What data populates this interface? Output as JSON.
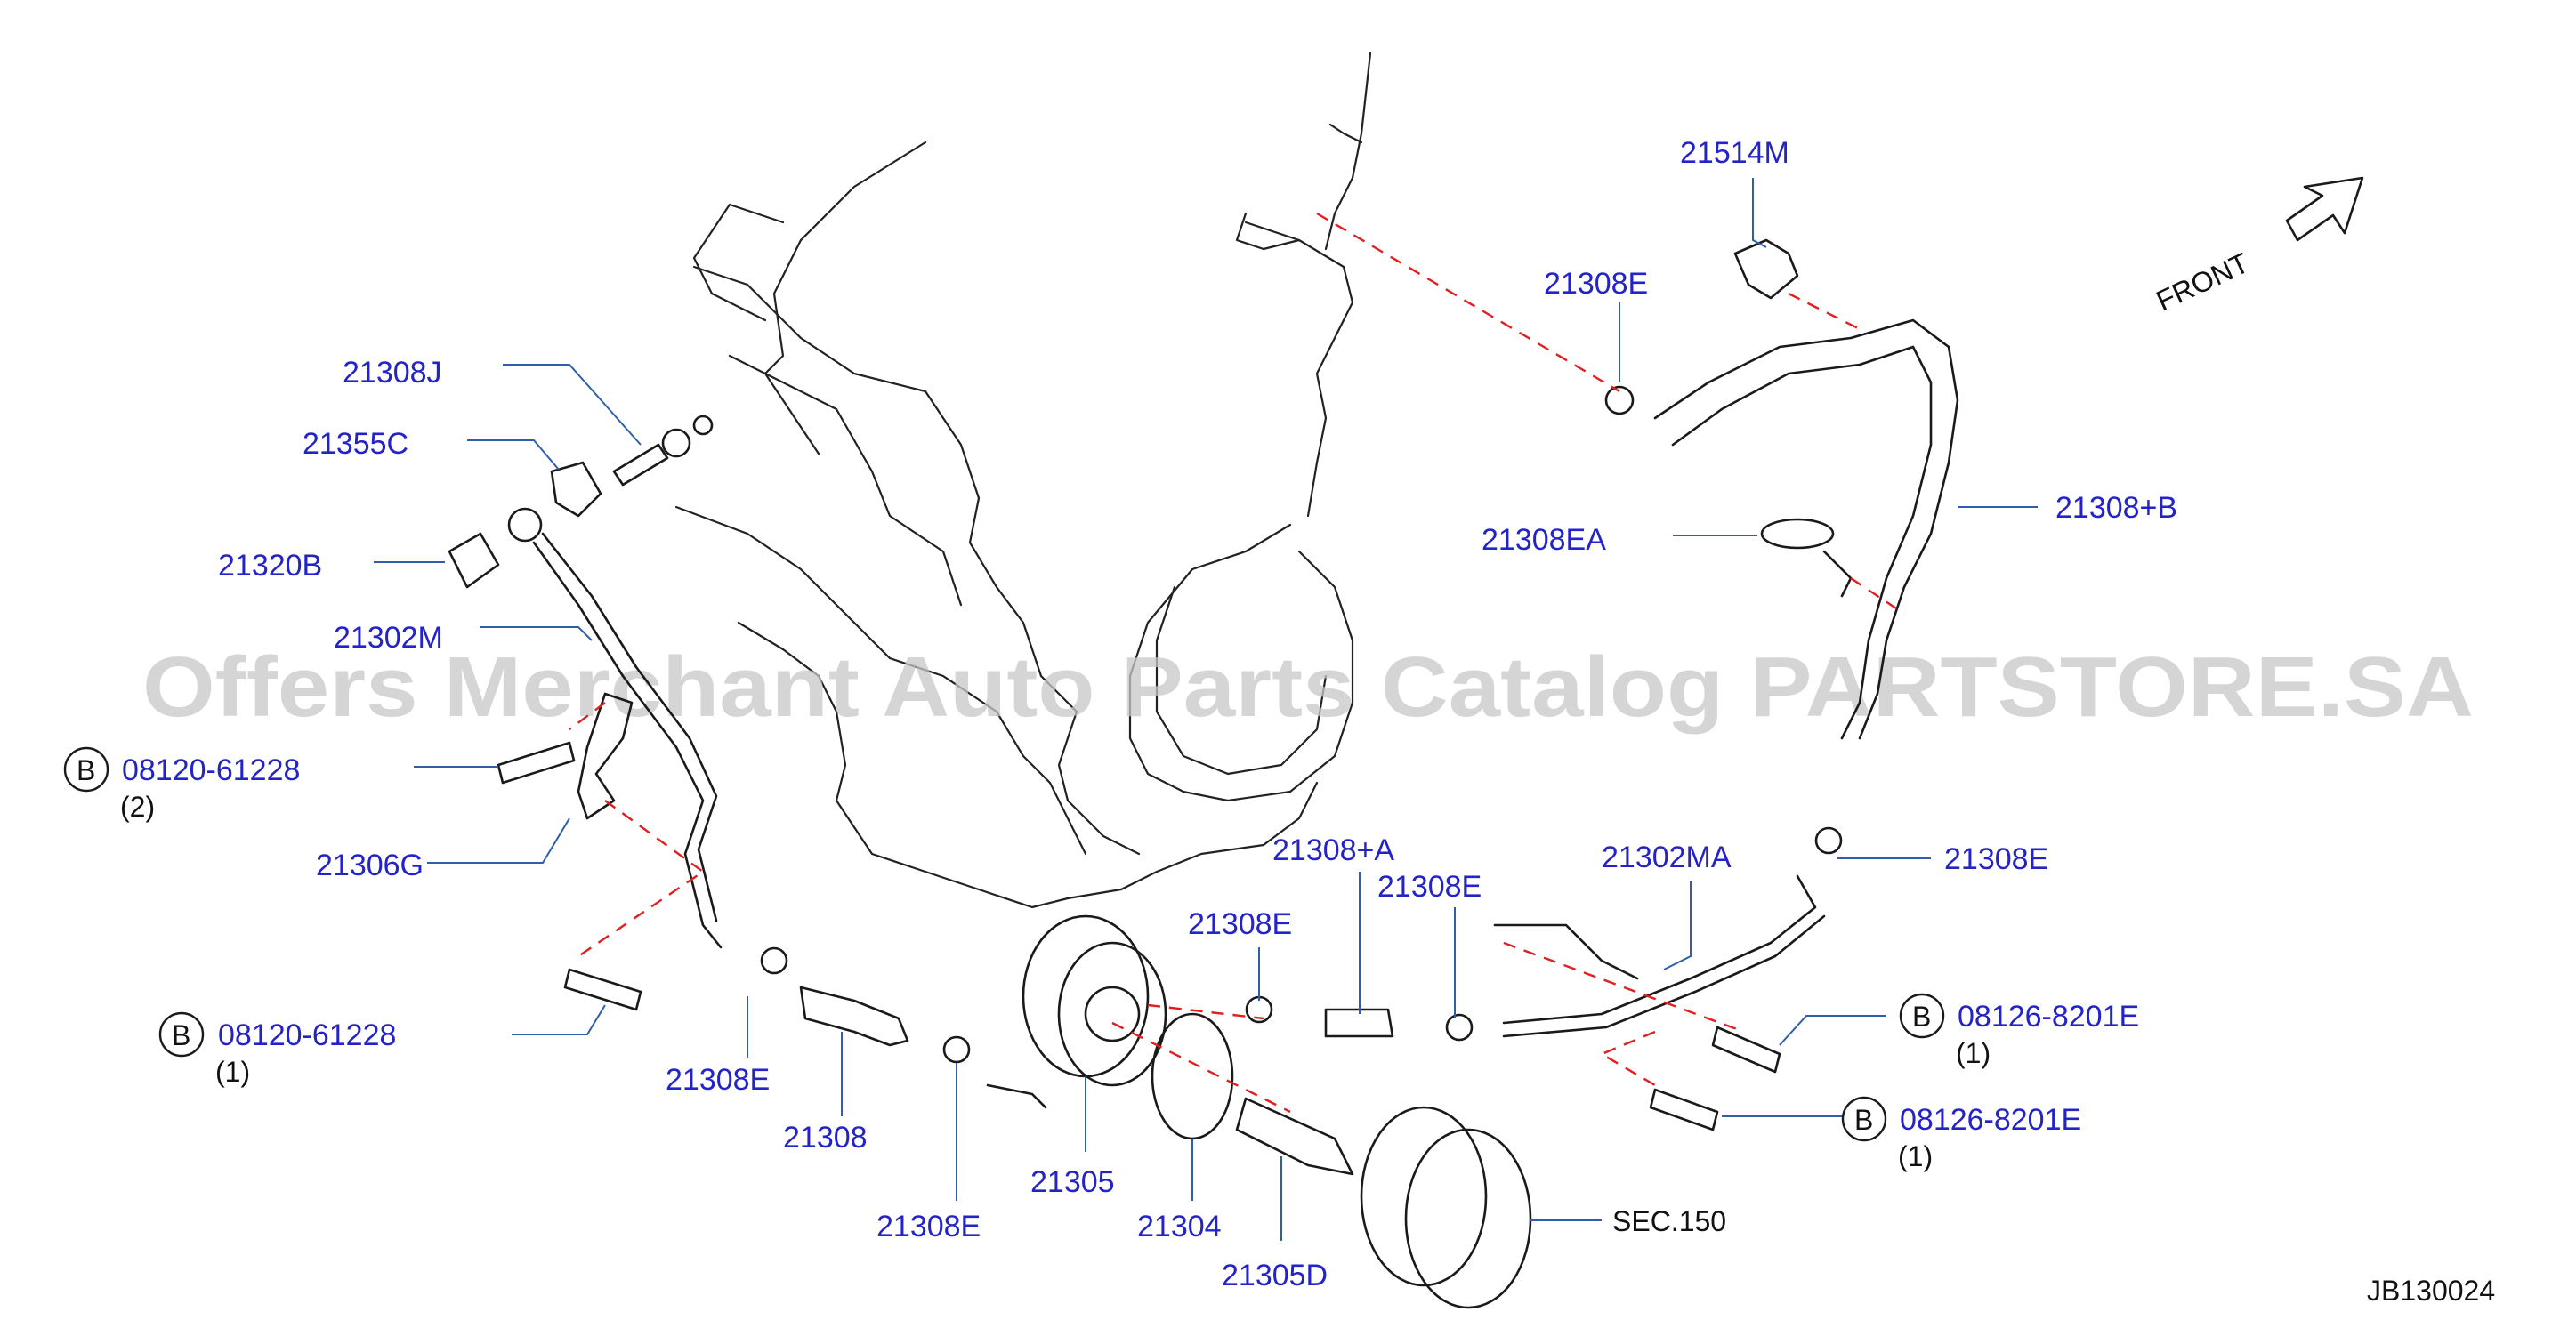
{
  "watermark": "Offers Merchant Auto Parts Catalog PARTSTORE.SA",
  "front_label": "FRONT",
  "diagram_code": "JB130024",
  "circle_letter": "B",
  "labels": {
    "p21514M": "21514M",
    "p21308E_top": "21308E",
    "p21308J": "21308J",
    "p21355C": "21355C",
    "p21320B": "21320B",
    "p21302M": "21302M",
    "p21308EA": "21308EA",
    "p21308B": "21308+B",
    "p21306G": "21306G",
    "p21308A": "21308+A",
    "p21302MA": "21302MA",
    "p21308E_right": "21308E",
    "p21308E_mid1": "21308E",
    "p21308E_mid2": "21308E",
    "p21308E_left": "21308E",
    "p21308": "21308",
    "p21305": "21305",
    "p21308E_bottom": "21308E",
    "p21304": "21304",
    "p21305D": "21305D",
    "sec150": "SEC.150"
  },
  "bolts": {
    "b1_code": "08120-61228",
    "b1_qty": "(2)",
    "b2_code": "08120-61228",
    "b2_qty": "(1)",
    "b3_code": "08126-8201E",
    "b3_qty": "(1)",
    "b4_code": "08126-8201E",
    "b4_qty": "(1)"
  }
}
